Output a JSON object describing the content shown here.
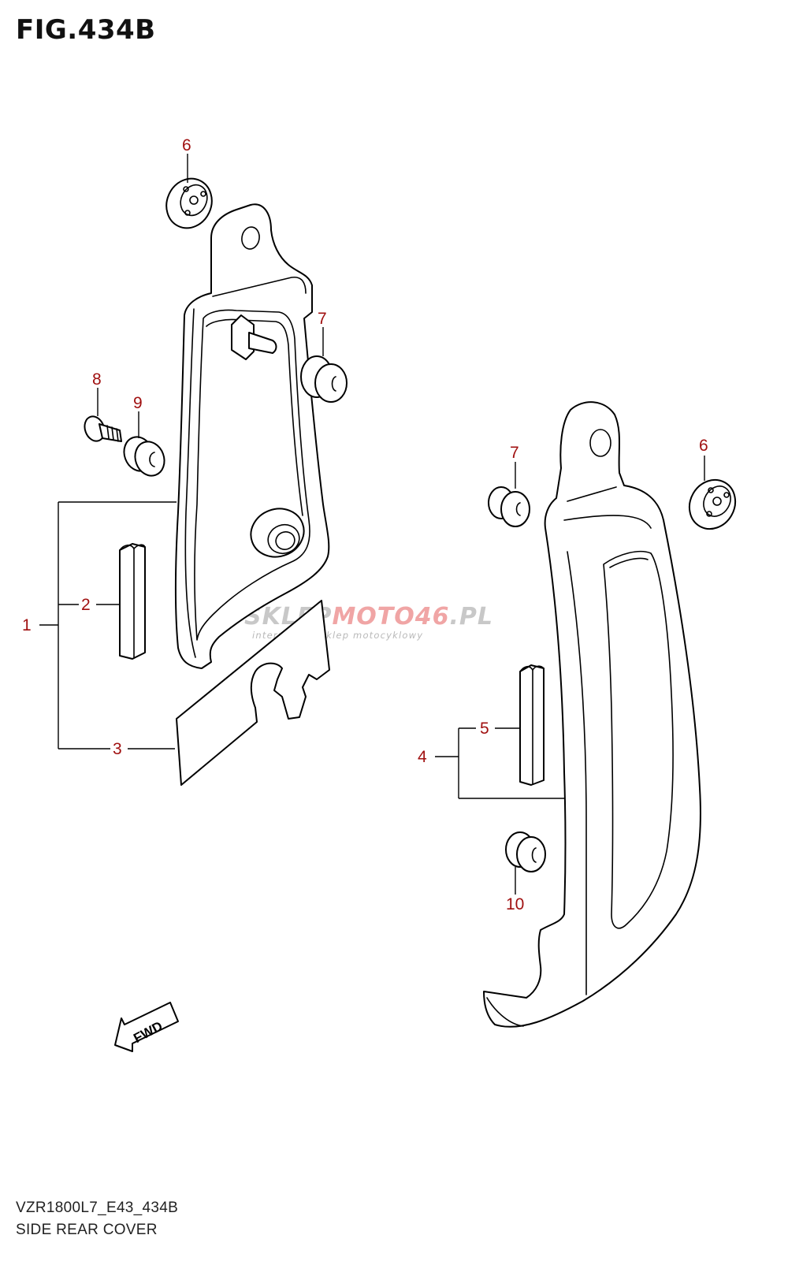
{
  "figure": {
    "title": "FIG.434B"
  },
  "footer": {
    "model_code": "VZR1800L7_E43_434B",
    "caption": "SIDE REAR COVER"
  },
  "callouts": [
    "1",
    "2",
    "3",
    "4",
    "5",
    "6",
    "7",
    "8",
    "9",
    "10"
  ],
  "fwd_label": "FWD",
  "watermark": {
    "brand_part1": "SKLEP",
    "brand_part2": "MOTO46",
    "brand_part3": ".PL",
    "tagline": "internetowy sklep motocyklowy"
  },
  "colors": {
    "callout": "#a01010",
    "line": "#000000",
    "watermark": "#c8c8c8",
    "watermark_accent": "#f0a5a5"
  }
}
